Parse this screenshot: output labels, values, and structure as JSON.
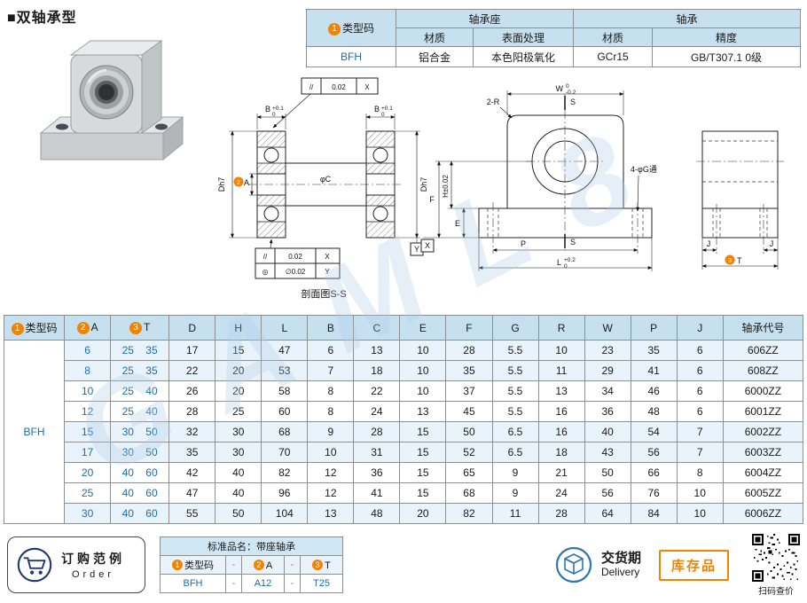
{
  "page": {
    "title_marker": "■",
    "title": "双轴承型",
    "watermark": "GAML8"
  },
  "spec_table": {
    "type_num": "1",
    "type_label": "类型码",
    "housing_header": "轴承座",
    "bearing_header": "轴承",
    "sub_headers": {
      "housing_material": "材质",
      "surface": "表面处理",
      "bearing_material": "材质",
      "precision": "精度"
    },
    "row": {
      "type": "BFH",
      "housing_material": "铝合金",
      "surface": "本色阳极氧化",
      "bearing_material": "GCr15",
      "precision": "GB/T307.1 0级"
    }
  },
  "drawings": {
    "section": {
      "frame_top_sym": "//",
      "frame_top_val": "0.02",
      "frame_top_datum": "X",
      "b1": "B",
      "b1_up": "+0.1",
      "b1_dn": "0",
      "b2": "B",
      "b2_up": "+0.1",
      "b2_dn": "0",
      "d_left": "Dh7",
      "d_right": "Dh7",
      "a_num": "2",
      "a_label": "A",
      "c_label": "φC",
      "datum_y": "Y",
      "f1_sym": "//",
      "f1_val": "0.02",
      "f1_datum": "X",
      "f2_sym": "◎",
      "f2_val": "∅0.02",
      "f2_datum": "Y",
      "caption": "剖面图S-S"
    },
    "front": {
      "r": "2-R",
      "w": "W",
      "w_up": "0",
      "w_dn": "-0.2",
      "s_top": "S",
      "s_bot": "S",
      "f": "F",
      "h": "H±0.02",
      "e": "E",
      "p": "P",
      "l": "L",
      "l_up": "+0.2",
      "l_dn": "0",
      "g": "4-φG通",
      "datum_x": "X"
    },
    "side": {
      "j1": "J",
      "j2": "J",
      "t_num": "3",
      "t_label": "T"
    }
  },
  "main_table": {
    "headers": {
      "type": {
        "num": "1",
        "label": "类型码"
      },
      "a": {
        "num": "2",
        "label": "A"
      },
      "t": {
        "num": "3",
        "label": "T"
      },
      "dims": [
        "D",
        "H",
        "L",
        "B",
        "C",
        "E",
        "F",
        "G",
        "R",
        "W",
        "P",
        "J"
      ],
      "code": "轴承代号"
    },
    "type_code": "BFH",
    "rows": [
      {
        "a": "6",
        "t": "25 35",
        "d": "17",
        "h": "15",
        "l": "47",
        "b": "6",
        "c": "13",
        "e": "10",
        "f": "28",
        "g": "5.5",
        "r": "10",
        "w": "23",
        "p": "35",
        "j": "6",
        "code": "606ZZ"
      },
      {
        "a": "8",
        "t": "25 35",
        "d": "22",
        "h": "20",
        "l": "53",
        "b": "7",
        "c": "18",
        "e": "10",
        "f": "35",
        "g": "5.5",
        "r": "11",
        "w": "29",
        "p": "41",
        "j": "6",
        "code": "608ZZ"
      },
      {
        "a": "10",
        "t": "25 40",
        "d": "26",
        "h": "20",
        "l": "58",
        "b": "8",
        "c": "22",
        "e": "10",
        "f": "37",
        "g": "5.5",
        "r": "13",
        "w": "34",
        "p": "46",
        "j": "6",
        "code": "6000ZZ"
      },
      {
        "a": "12",
        "t": "25 40",
        "d": "28",
        "h": "25",
        "l": "60",
        "b": "8",
        "c": "24",
        "e": "13",
        "f": "45",
        "g": "5.5",
        "r": "16",
        "w": "36",
        "p": "48",
        "j": "6",
        "code": "6001ZZ"
      },
      {
        "a": "15",
        "t": "30 50",
        "d": "32",
        "h": "30",
        "l": "68",
        "b": "9",
        "c": "28",
        "e": "15",
        "f": "50",
        "g": "6.5",
        "r": "16",
        "w": "40",
        "p": "54",
        "j": "7",
        "code": "6002ZZ"
      },
      {
        "a": "17",
        "t": "30 50",
        "d": "35",
        "h": "30",
        "l": "70",
        "b": "10",
        "c": "31",
        "e": "15",
        "f": "52",
        "g": "6.5",
        "r": "18",
        "w": "43",
        "p": "56",
        "j": "7",
        "code": "6003ZZ"
      },
      {
        "a": "20",
        "t": "40 60",
        "d": "42",
        "h": "40",
        "l": "82",
        "b": "12",
        "c": "36",
        "e": "15",
        "f": "65",
        "g": "9",
        "r": "21",
        "w": "50",
        "p": "66",
        "j": "8",
        "code": "6004ZZ"
      },
      {
        "a": "25",
        "t": "40 60",
        "d": "47",
        "h": "40",
        "l": "96",
        "b": "12",
        "c": "41",
        "e": "15",
        "f": "68",
        "g": "9",
        "r": "24",
        "w": "56",
        "p": "76",
        "j": "10",
        "code": "6005ZZ"
      },
      {
        "a": "30",
        "t": "40 60",
        "d": "55",
        "h": "50",
        "l": "104",
        "b": "13",
        "c": "48",
        "e": "20",
        "f": "82",
        "g": "11",
        "r": "28",
        "w": "64",
        "p": "84",
        "j": "10",
        "code": "6006ZZ"
      }
    ]
  },
  "order": {
    "cn": "订购范例",
    "en": "Order",
    "std_title": "标准品名：带座轴承",
    "cols": [
      {
        "num": "1",
        "label": "类型码"
      },
      {
        "label": "-"
      },
      {
        "num": "2",
        "label": "A"
      },
      {
        "label": "-"
      },
      {
        "num": "3",
        "label": "T"
      }
    ],
    "vals": [
      "BFH",
      "-",
      "A12",
      "-",
      "T25"
    ]
  },
  "delivery": {
    "cn": "交货期",
    "en": "Delivery",
    "stock": "库存品",
    "qr_caption": "扫码查价"
  }
}
